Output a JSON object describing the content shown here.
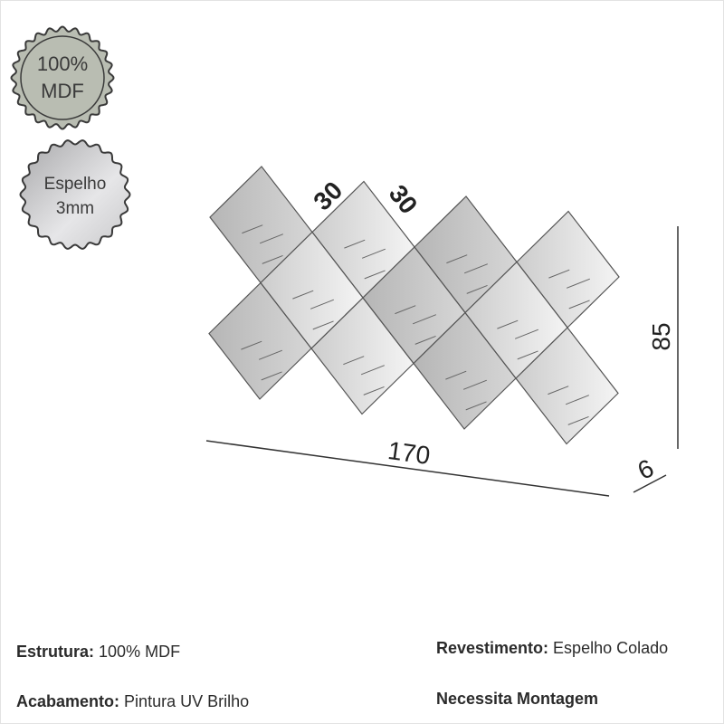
{
  "badges": {
    "mdf": {
      "line1": "100%",
      "line2": "MDF",
      "color": "#b9bdb2"
    },
    "mirror": {
      "line1": "Espelho",
      "line2": "3mm"
    }
  },
  "dimensions": {
    "width": "170",
    "height": "85",
    "depth": "6",
    "tile_side_a": "30",
    "tile_side_b": "30"
  },
  "specs": {
    "structure_label": "Estrutura:",
    "structure_value": "100% MDF",
    "finish_label": "Acabamento:",
    "finish_value": "Pintura UV Brilho",
    "coating_label": "Revestimento:",
    "coating_value": "Espelho Colado",
    "assembly": "Necessita Montagem"
  }
}
